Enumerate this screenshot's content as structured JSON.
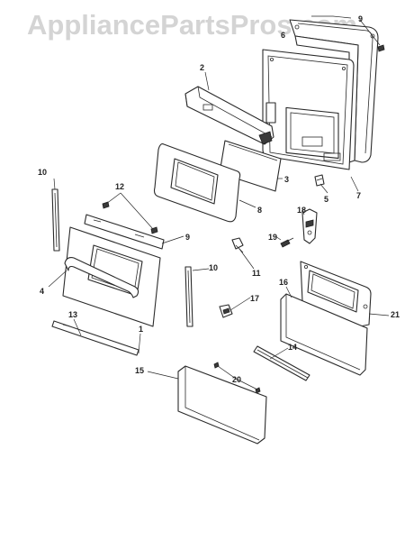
{
  "watermark": {
    "text": "AppliancePartsPros.com",
    "color": "#d4d4d4"
  },
  "callouts": {
    "c1": "1",
    "c2": "2",
    "c3": "3",
    "c4": "4",
    "c5": "5",
    "c6": "6",
    "c7": "7",
    "c8": "8",
    "c9a": "9",
    "c9b": "9",
    "c10a": "10",
    "c10b": "10",
    "c11": "11",
    "c12": "12",
    "c13": "13",
    "c14": "14",
    "c15": "15",
    "c16": "16",
    "c17": "17",
    "c18": "18",
    "c19": "19",
    "c20": "20",
    "c21": "21"
  },
  "colors": {
    "background": "#ffffff",
    "line": "#2a2a2a",
    "label": "#222222"
  }
}
